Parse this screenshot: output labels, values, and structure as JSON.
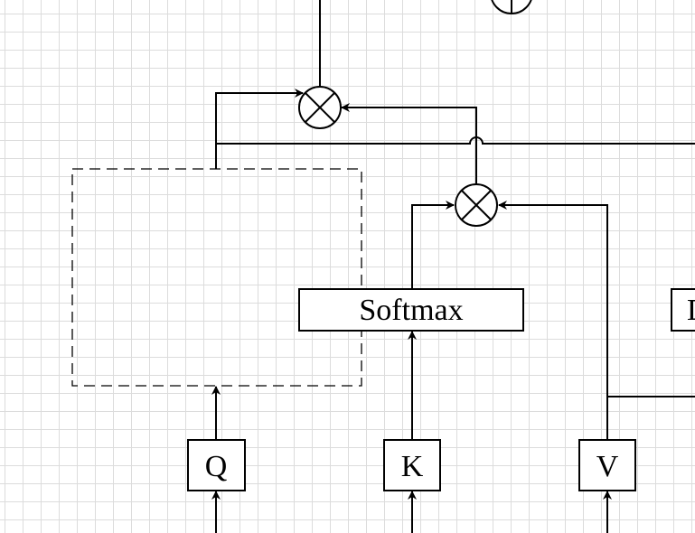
{
  "nodes": {
    "softmax": "Softmax",
    "q": "Q",
    "k": "K",
    "v": "V",
    "partial_right": "D"
  },
  "operators": [
    "multiply",
    "multiply",
    "add"
  ],
  "colors": {
    "stroke": "#000000",
    "grid": "#dcdcdc",
    "background": "#ffffff"
  }
}
